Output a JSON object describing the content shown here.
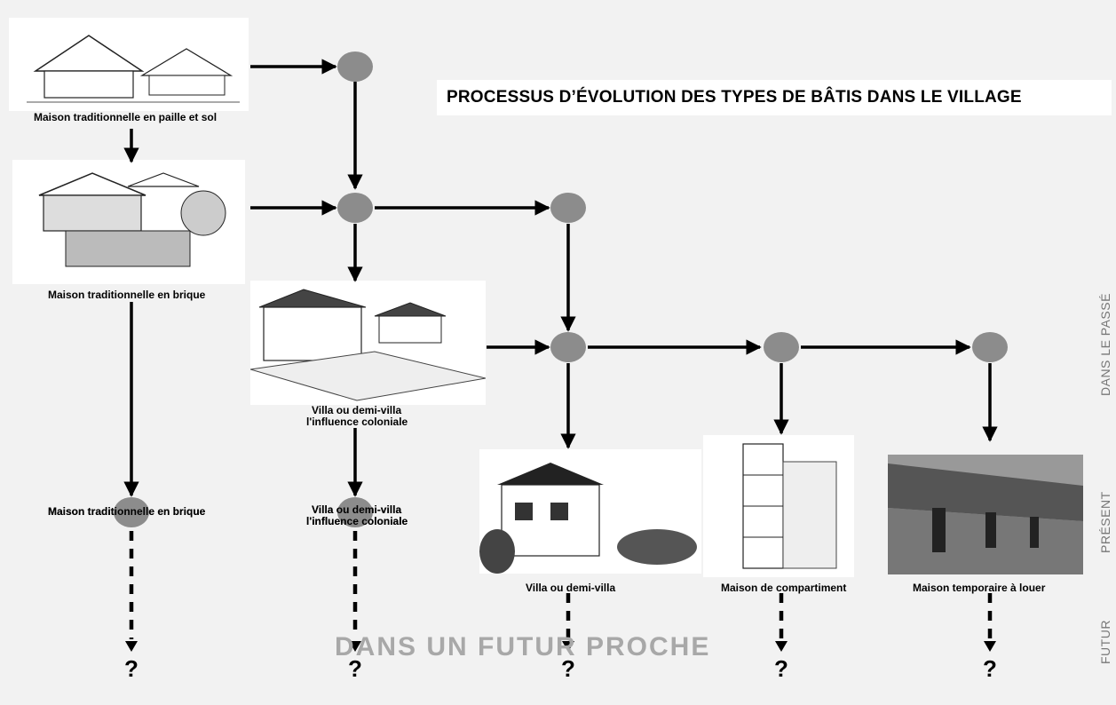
{
  "title": "PROCESSUS D’ÉVOLUTION DES TYPES DE BÂTIS DANS LE VILLAGE",
  "side_labels": {
    "past": "DANS LE PASSÉ",
    "present": "PRÉSENT",
    "future": "FUTUR"
  },
  "future_banner": "DANS UN FUTUR PROCHE",
  "captions": {
    "straw_house": "Maison traditionnelle en paille et sol",
    "brick_house": "Maison traditionnelle en brique",
    "colonial_villa_line1": "Villa ou demi-villa",
    "colonial_villa_line2": "l'influence coloniale",
    "brick_house_present": "Maison traditionnelle en brique",
    "colonial_present_line1": "Villa ou demi-villa",
    "colonial_present_line2": "l'influence coloniale",
    "villa": "Villa ou demi-villa",
    "shophouse": "Maison de compartiment",
    "rental": "Maison temporaire à louer"
  },
  "question_mark": "?",
  "colors": {
    "node": "#8c8c8c",
    "arrow": "#000000",
    "background": "#f2f2f2"
  }
}
